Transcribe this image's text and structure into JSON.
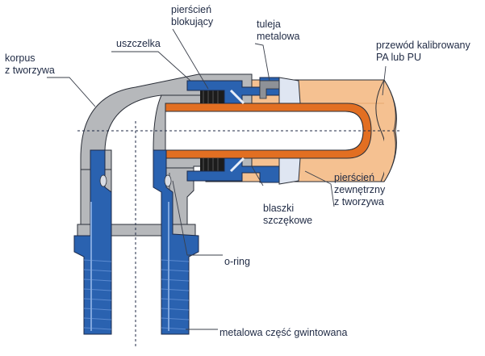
{
  "labels": {
    "body_l1": "korpus",
    "body_l2": "z tworzywa",
    "seal": "uszczelka",
    "lockring_l1": "pierścień",
    "lockring_l2": "blokujący",
    "sleeve_l1": "tuleja",
    "sleeve_l2": "metalowa",
    "tube_l1": "przewód kalibrowany",
    "tube_l2": "PA lub PU",
    "outerring_l1": "pierścień",
    "outerring_l2": "zewnętrzny",
    "outerring_l3": "z tworzywa",
    "teeth_l1": "blaszki",
    "teeth_l2": "szczękowe",
    "oring": "o-ring",
    "thread": "metalowa część gwintowana"
  },
  "colors": {
    "plastic_body": "#b6b8bb",
    "metal_blue": "#2a62b0",
    "tube_outer": "#f5c191",
    "tube_wall": "#e26f22",
    "seal_dark": "#1c1c1c",
    "outline": "#2b2f38",
    "ring_light": "#dfe6f2"
  }
}
